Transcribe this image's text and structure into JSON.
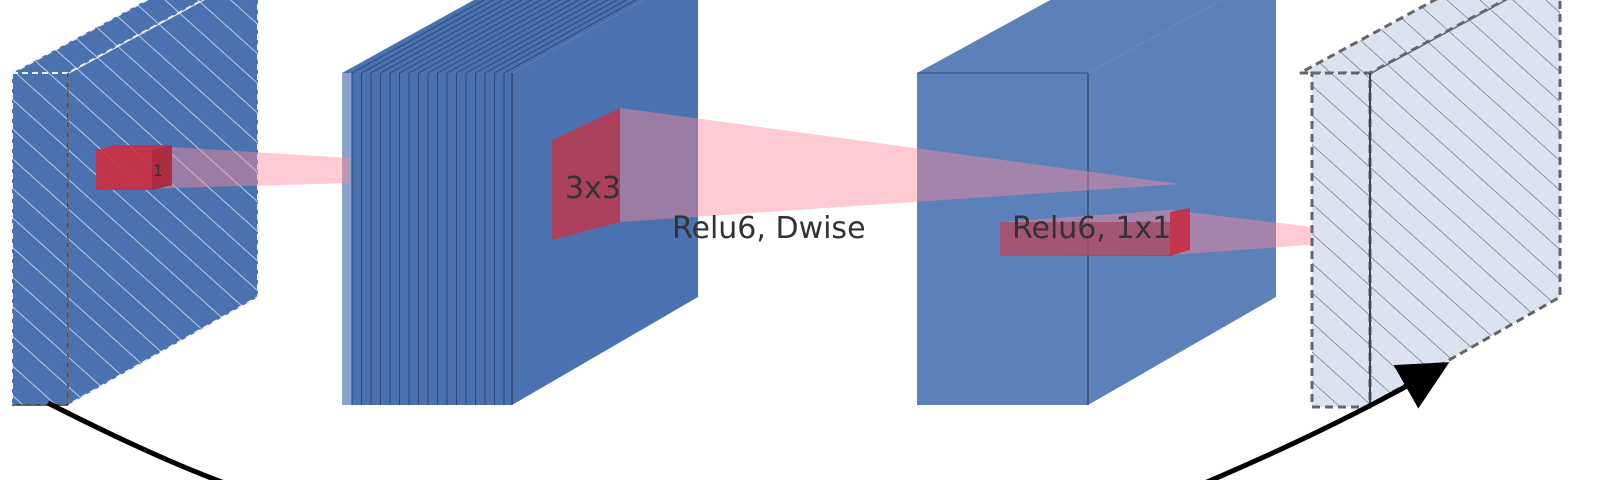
{
  "labels": {
    "one": "1",
    "kernel": "3x3",
    "dwise": "Relu6, Dwise",
    "pointwise": "Relu6, 1x1"
  },
  "colors": {
    "block_blue": "#4a72b0",
    "block_blue_light": "#5b80ba",
    "hatched_input": "#4a72b0",
    "hatched_output": "#dbe3f1",
    "kernel_red": "#c8283a",
    "projection_pink": "#ff9aa8",
    "arrow": "#000000"
  }
}
